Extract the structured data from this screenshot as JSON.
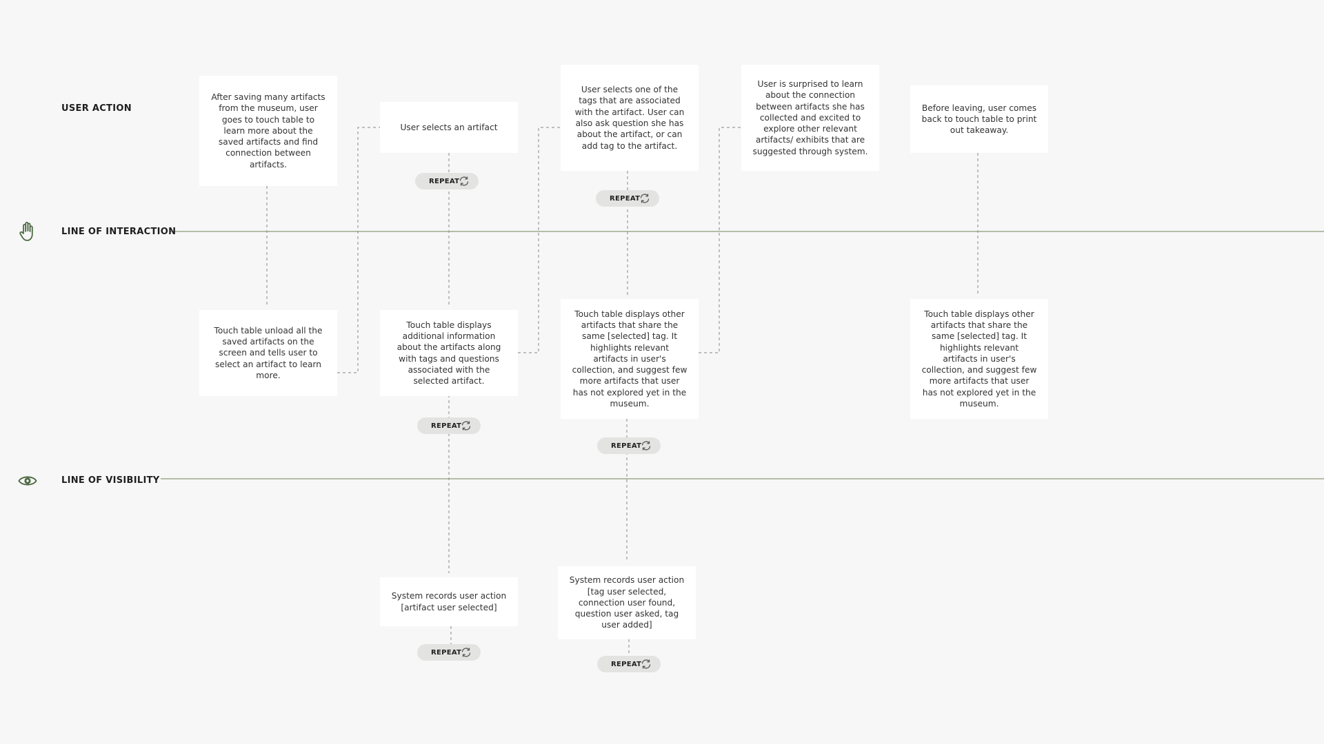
{
  "lanes": {
    "user_action": "USER ACTION",
    "line_of_interaction": "LINE OF INTERACTION",
    "line_of_visibility": "LINE OF VISIBILITY"
  },
  "icons": {
    "interaction": "hand-icon",
    "visibility": "eye-icon",
    "repeat": "repeat-cycle-icon"
  },
  "colors": {
    "background": "#f7f7f7",
    "card": "#ffffff",
    "lane_line": "#8d9876",
    "icon": "#4e6a44",
    "connector": "#9a9a9a",
    "pill": "#e3e3e1"
  },
  "user_actions": [
    "After saving many artifacts from the museum, user goes to touch table to learn more about the saved artifacts and find connection between artifacts.",
    "User selects an artifact",
    "User selects one of the tags that are associated with the artifact. User can also ask question she has about the artifact, or can add tag to the artifact.",
    "User is surprised to learn about the connection between artifacts she has collected and excited to explore other relevant artifacts/ exhibits that are suggested through system.",
    "Before leaving, user comes back to touch table to print out takeaway."
  ],
  "frontstage": [
    "Touch table unload all the saved artifacts on the screen and tells user to select an artifact to learn more.",
    "Touch table displays additional information about the artifacts along with tags and questions associated with the selected artifact.",
    "Touch table displays other artifacts that share the same [selected] tag. It highlights relevant artifacts in user's collection, and suggest few more artifacts that user has not explored yet in the museum.",
    "Touch table displays other artifacts that share the same [selected] tag. It highlights relevant artifacts in user's collection, and suggest few more artifacts that user has not explored yet in the museum."
  ],
  "backstage": [
    "System records user action [artifact user selected]",
    "System records user action [tag user selected, connection user found, question user asked, tag user added]"
  ],
  "repeat_label": "REPEAT"
}
